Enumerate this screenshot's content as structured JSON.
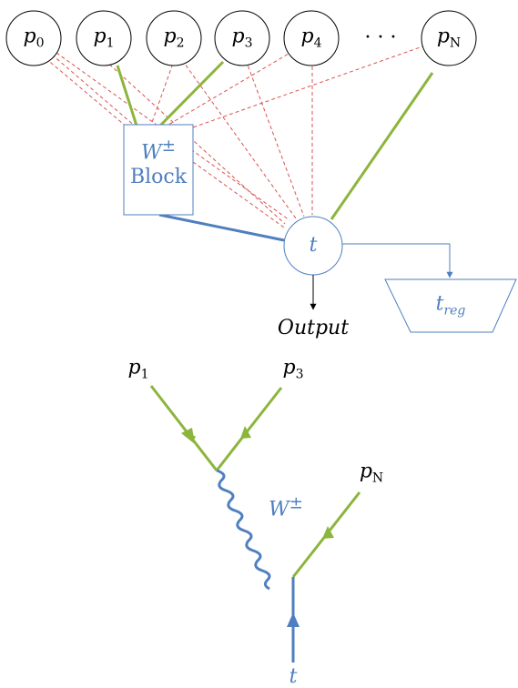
{
  "top_diagram": {
    "input_nodes": [
      {
        "id": "p0",
        "base": "p",
        "sub": "0"
      },
      {
        "id": "p1",
        "base": "p",
        "sub": "1"
      },
      {
        "id": "p2",
        "base": "p",
        "sub": "2"
      },
      {
        "id": "p3",
        "base": "p",
        "sub": "3"
      },
      {
        "id": "p4",
        "base": "p",
        "sub": "4"
      },
      {
        "id": "pN",
        "base": "p",
        "sub": "N"
      }
    ],
    "ellipsis": "· · ·",
    "block": {
      "line1_base": "W",
      "line1_sup": "±",
      "line2": "Block"
    },
    "t_node": "t",
    "t_reg": {
      "base": "t",
      "sub": "reg"
    },
    "output_label": "Output"
  },
  "feynman_diagram": {
    "p1": {
      "base": "p",
      "sub": "1"
    },
    "p3": {
      "base": "p",
      "sub": "3"
    },
    "pN": {
      "base": "p",
      "sub": "N"
    },
    "boson": {
      "base": "W",
      "sup": "±"
    },
    "t": "t"
  },
  "colors": {
    "green": "#8cb53c",
    "blue": "#4f7fbf",
    "red_dashed": "#d9534f",
    "black": "#000000"
  }
}
